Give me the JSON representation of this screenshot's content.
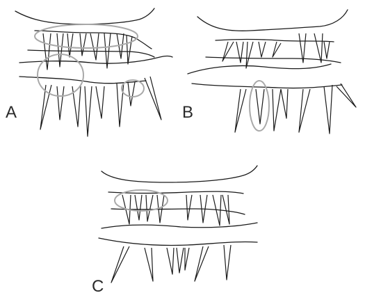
{
  "panels": [
    {
      "id": "A",
      "label": "A"
    },
    {
      "id": "B",
      "label": "B"
    },
    {
      "id": "C",
      "label": "C"
    }
  ],
  "colors": {
    "line": "#1a1a1a",
    "highlight_ring": "#a9a9a9",
    "background": "#ffffff"
  }
}
